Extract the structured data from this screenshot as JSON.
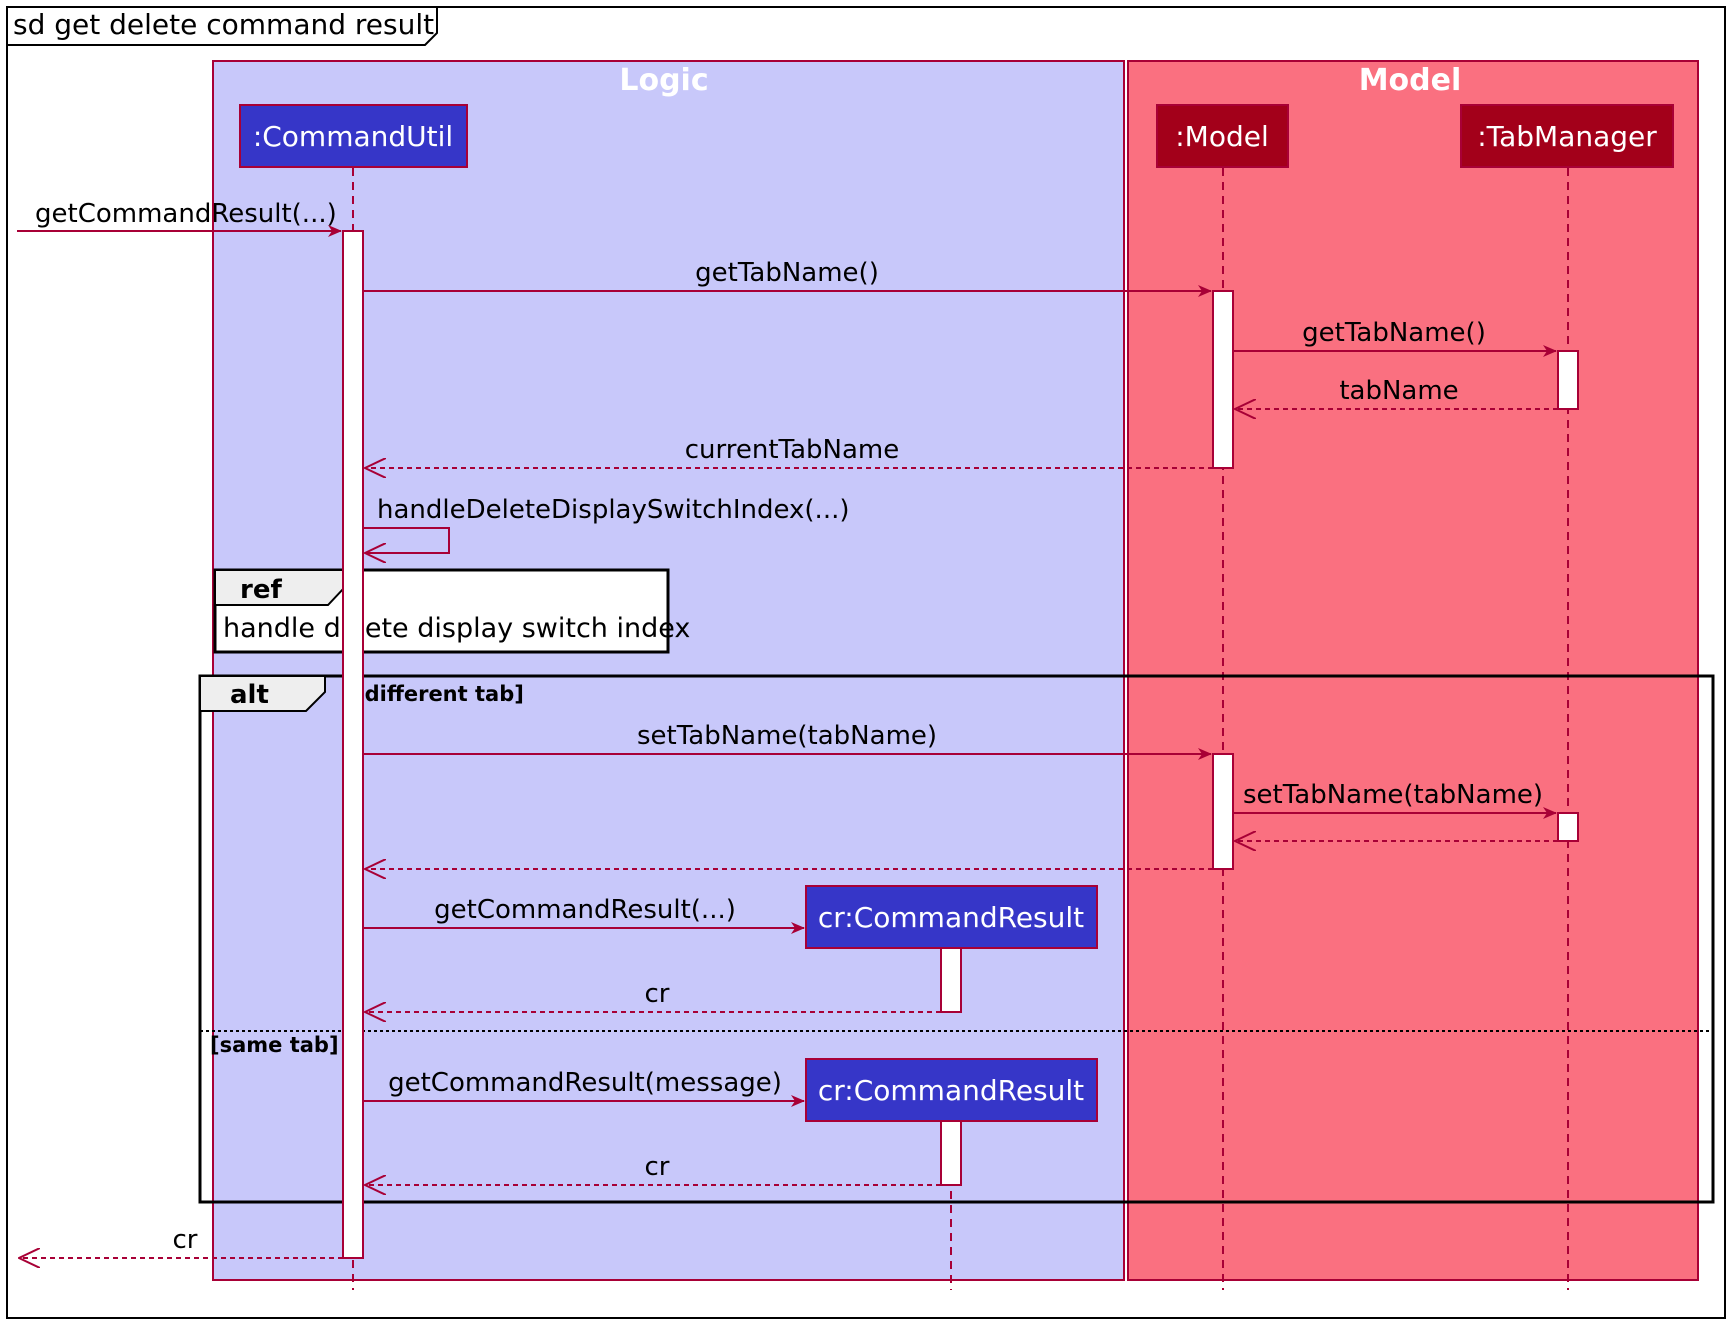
{
  "diagram": {
    "title": "sd get delete command result",
    "colors": {
      "logic_box": "#c8c8fa",
      "model_box": "#fa7080",
      "box_border": "#a80036",
      "command_util": "#3636c8",
      "model_participant": "#a3001a",
      "arrow": "#a80036"
    },
    "boxes": {
      "logic": "Logic",
      "model": "Model"
    },
    "participants": {
      "command_util": ":CommandUtil",
      "model": ":Model",
      "tab_manager": ":TabManager",
      "command_result_1": "cr:CommandResult",
      "command_result_2": "cr:CommandResult"
    },
    "messages": {
      "m1": "getCommandResult(...)",
      "m2": "getTabName()",
      "m3": "getTabName()",
      "m4": "tabName",
      "m5": "currentTabName",
      "m6": "handleDeleteDisplaySwitchIndex(...)",
      "m7": "setTabName(tabName)",
      "m8": "setTabName(tabName)",
      "m9": "getCommandResult(...)",
      "m10": "cr",
      "m11": "getCommandResult(message)",
      "m12": "cr",
      "m13": "cr"
    },
    "ref": {
      "label": "ref",
      "text": "handle delete display switch index"
    },
    "alt": {
      "label": "alt",
      "guard1": "[different tab]",
      "guard2": "[same tab]"
    }
  }
}
